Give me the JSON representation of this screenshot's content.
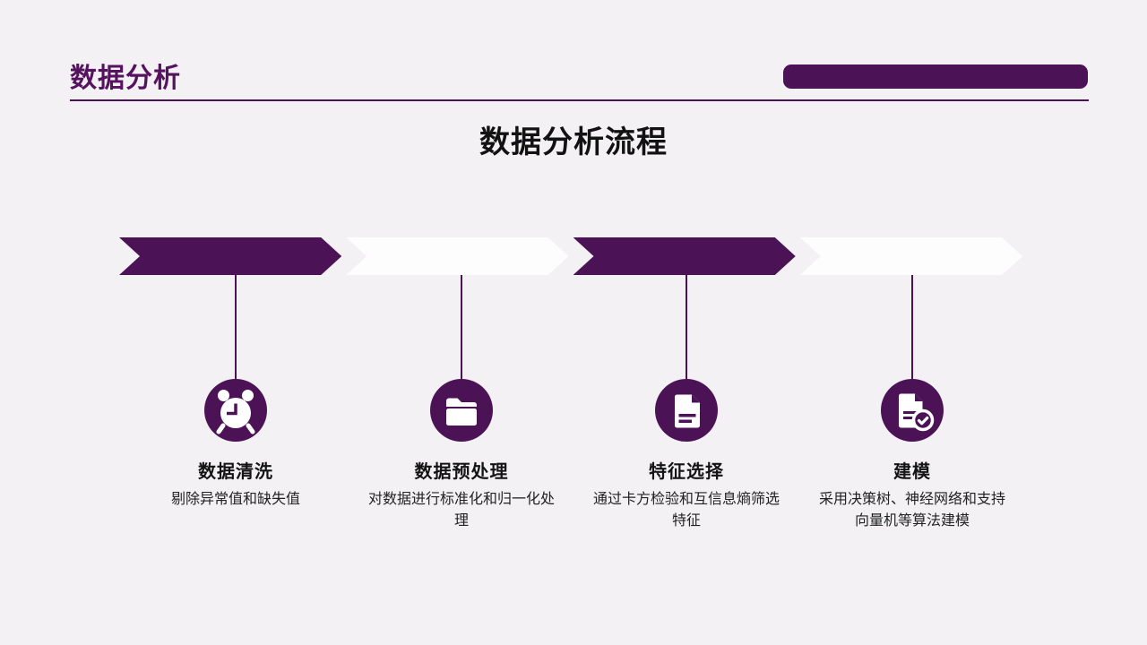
{
  "slide": {
    "header": {
      "title": "数据分析"
    },
    "heading": "数据分析流程",
    "steps": [
      {
        "label": "数据清洗",
        "desc": "剔除异常值和缺失值",
        "icon": "alarm-clock-icon",
        "arrow_style": "purple"
      },
      {
        "label": "数据预处理",
        "desc": "对数据进行标准化和归一化处理",
        "icon": "folder-icon",
        "arrow_style": "white"
      },
      {
        "label": "特征选择",
        "desc": "通过卡方检验和互信息熵筛选特征",
        "icon": "document-icon",
        "arrow_style": "purple"
      },
      {
        "label": "建模",
        "desc": "采用决策树、神经网络和支持向量机等算法建模",
        "icon": "document-check-icon",
        "arrow_style": "white"
      }
    ],
    "colors": {
      "accent_purple": "#4b1356",
      "title_purple": "#55125e",
      "background": "#f3f1f4",
      "white_arrow": "#fdfdfe",
      "text_dark": "#141414"
    }
  }
}
